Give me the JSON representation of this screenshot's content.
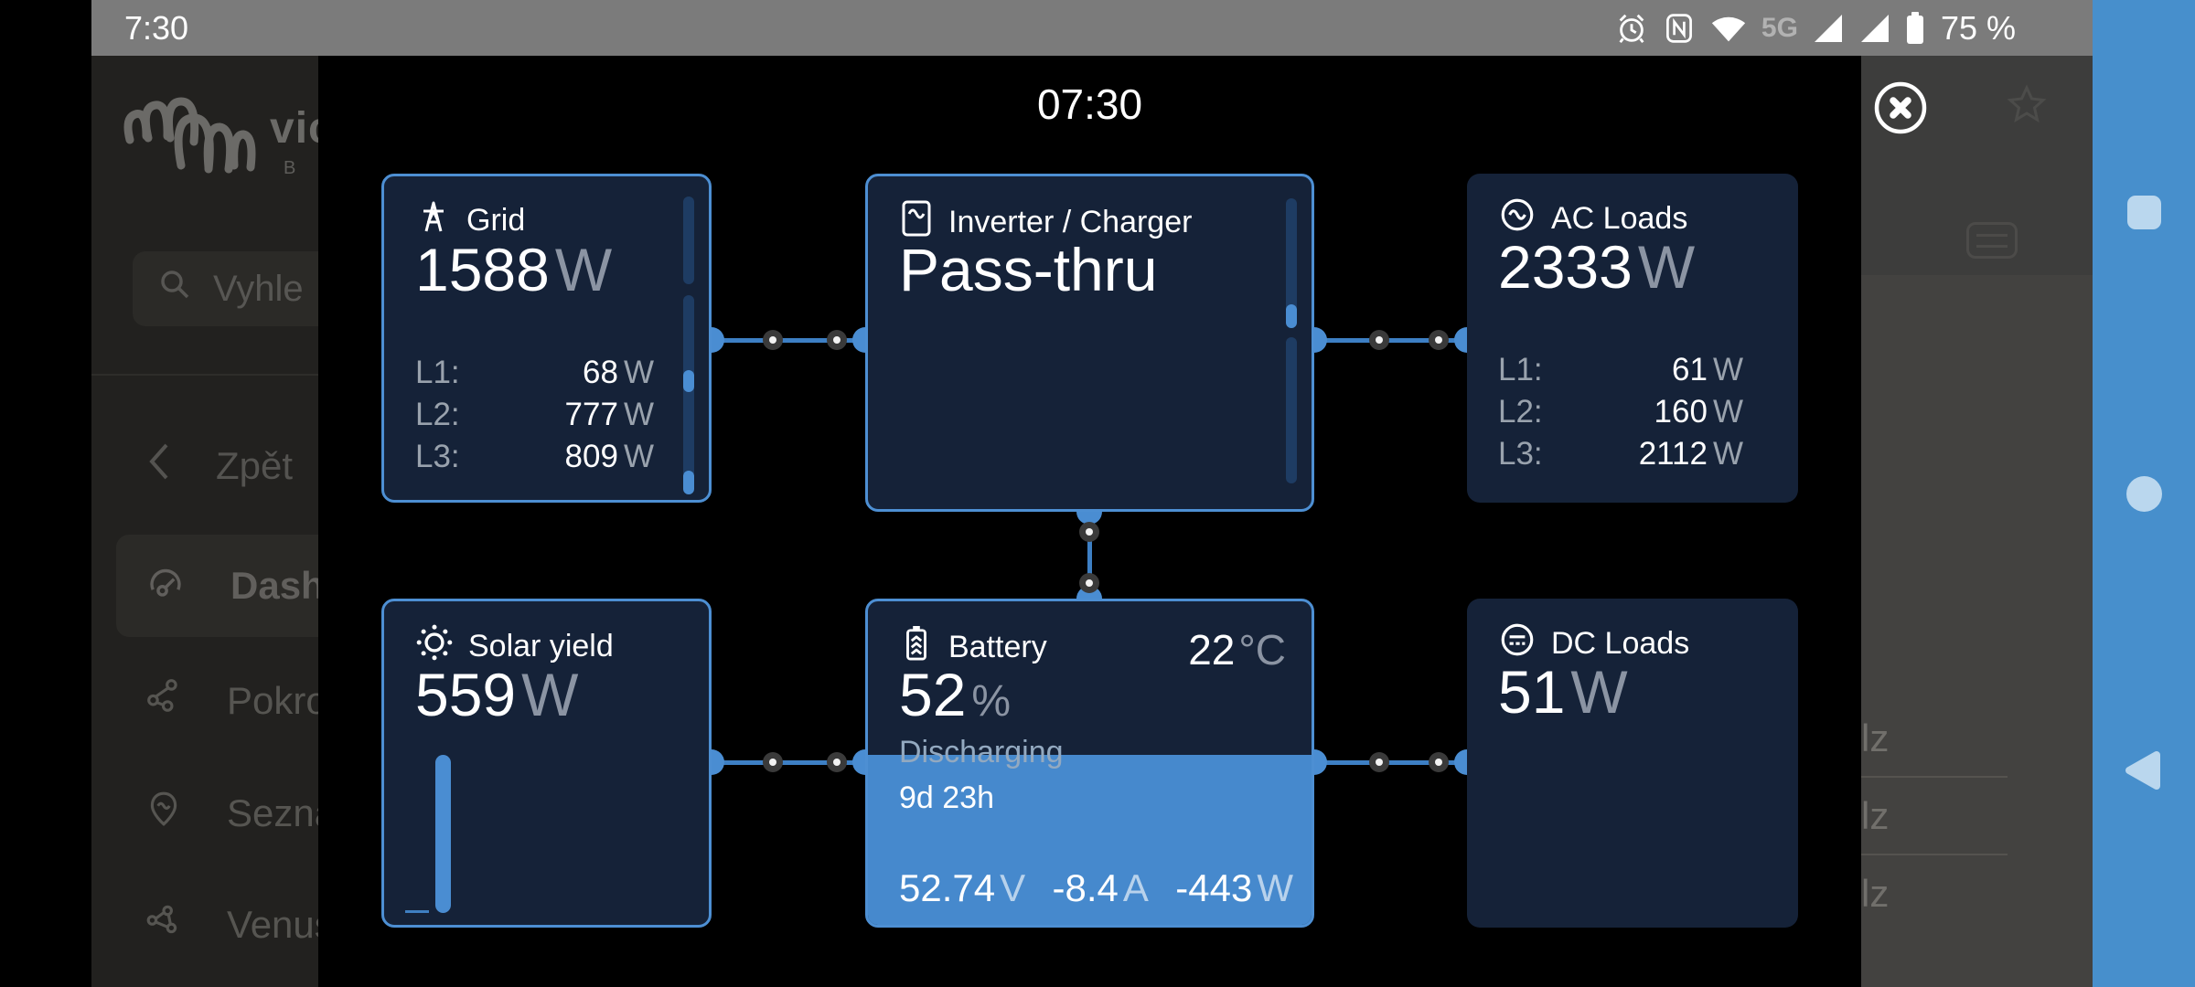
{
  "status_bar": {
    "time": "7:30",
    "network_label": "5G",
    "battery_label": "75 %"
  },
  "modal": {
    "title": "07:30"
  },
  "cards": {
    "grid": {
      "title": "Grid",
      "value": "1588",
      "unit": "W",
      "phases": [
        {
          "label": "L1:",
          "value": "68",
          "unit": "W"
        },
        {
          "label": "L2:",
          "value": "777",
          "unit": "W"
        },
        {
          "label": "L3:",
          "value": "809",
          "unit": "W"
        }
      ]
    },
    "inverter": {
      "title": "Inverter / Charger",
      "mode": "Pass-thru"
    },
    "ac_loads": {
      "title": "AC Loads",
      "value": "2333",
      "unit": "W",
      "phases": [
        {
          "label": "L1:",
          "value": "61",
          "unit": "W"
        },
        {
          "label": "L2:",
          "value": "160",
          "unit": "W"
        },
        {
          "label": "L3:",
          "value": "2112",
          "unit": "W"
        }
      ]
    },
    "solar": {
      "title": "Solar yield",
      "value": "559",
      "unit": "W"
    },
    "battery": {
      "title": "Battery",
      "temperature": "22",
      "temperature_unit": "°C",
      "soc": "52",
      "soc_unit": "%",
      "state": "Discharging",
      "time_to_go": "9d 23h",
      "voltage": "52.74",
      "voltage_unit": "V",
      "current": "-8.4",
      "current_unit": "A",
      "power": "-443",
      "power_unit": "W"
    },
    "dc_loads": {
      "title": "DC Loads",
      "value": "51",
      "unit": "W"
    }
  },
  "sidebar": {
    "brand": "vic",
    "brand_sub": "B",
    "search_placeholder": "Vyhle",
    "back_label": "Zpět",
    "items": [
      {
        "label": "Dashb"
      },
      {
        "label": "Pokroč"
      },
      {
        "label": "Seznam"
      },
      {
        "label": "Venus"
      }
    ]
  },
  "background_right": {
    "rows": [
      "lz",
      "lz",
      "lz"
    ]
  },
  "colors": {
    "accent": "#4d8fd3",
    "card_bg": "#152238",
    "battery_fill": "#4689cd",
    "nav_bar": "#478fcc",
    "status_bar": "#7b7b7b"
  }
}
